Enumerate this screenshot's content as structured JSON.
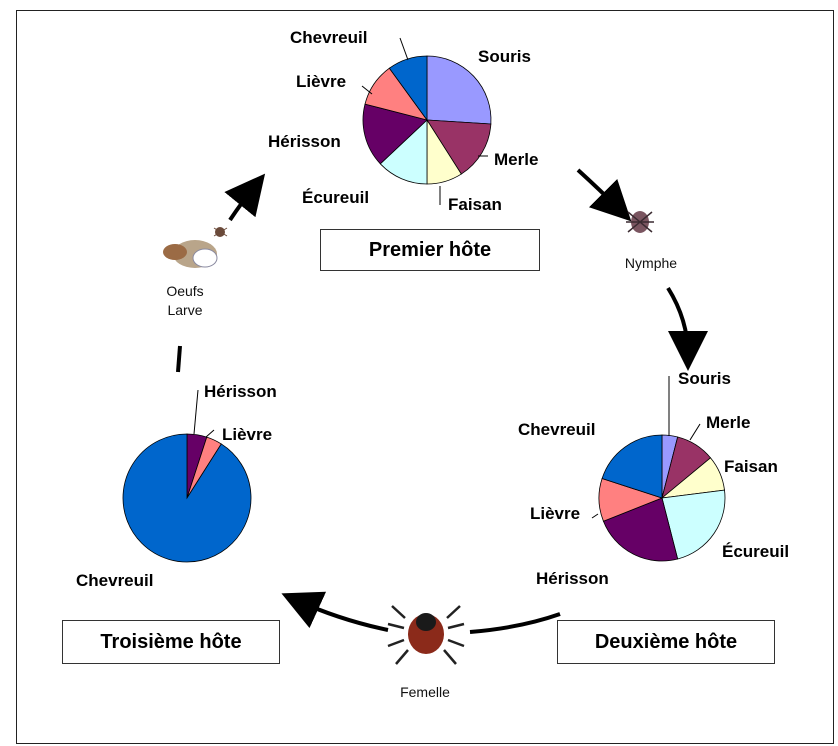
{
  "stages": {
    "eggs": "Oeufs",
    "larva": "Larve",
    "nymph": "Nymphe",
    "female": "Femelle"
  },
  "hosts": {
    "first": "Premier hôte",
    "second": "Deuxième hôte",
    "third": "Troisième hôte"
  },
  "colors": {
    "Souris": "#9999ff",
    "Merle": "#993366",
    "Faisan": "#ffffcc",
    "Écureuil": "#ccffff",
    "Hérisson": "#660066",
    "Lièvre": "#ff8080",
    "Chevreuil": "#0066cc"
  },
  "chart_data": [
    {
      "type": "pie",
      "host": "Premier hôte",
      "slices": [
        {
          "label": "Souris",
          "value": 26
        },
        {
          "label": "Merle",
          "value": 15
        },
        {
          "label": "Faisan",
          "value": 9
        },
        {
          "label": "Écureuil",
          "value": 13
        },
        {
          "label": "Hérisson",
          "value": 16
        },
        {
          "label": "Lièvre",
          "value": 11
        },
        {
          "label": "Chevreuil",
          "value": 10
        }
      ]
    },
    {
      "type": "pie",
      "host": "Deuxième hôte",
      "slices": [
        {
          "label": "Souris",
          "value": 4
        },
        {
          "label": "Merle",
          "value": 10
        },
        {
          "label": "Faisan",
          "value": 9
        },
        {
          "label": "Écureuil",
          "value": 23
        },
        {
          "label": "Hérisson",
          "value": 23
        },
        {
          "label": "Lièvre",
          "value": 11
        },
        {
          "label": "Chevreuil",
          "value": 20
        }
      ]
    },
    {
      "type": "pie",
      "host": "Troisième hôte",
      "slices": [
        {
          "label": "Hérisson",
          "value": 5
        },
        {
          "label": "Lièvre",
          "value": 4
        },
        {
          "label": "Chevreuil",
          "value": 91
        }
      ]
    }
  ]
}
